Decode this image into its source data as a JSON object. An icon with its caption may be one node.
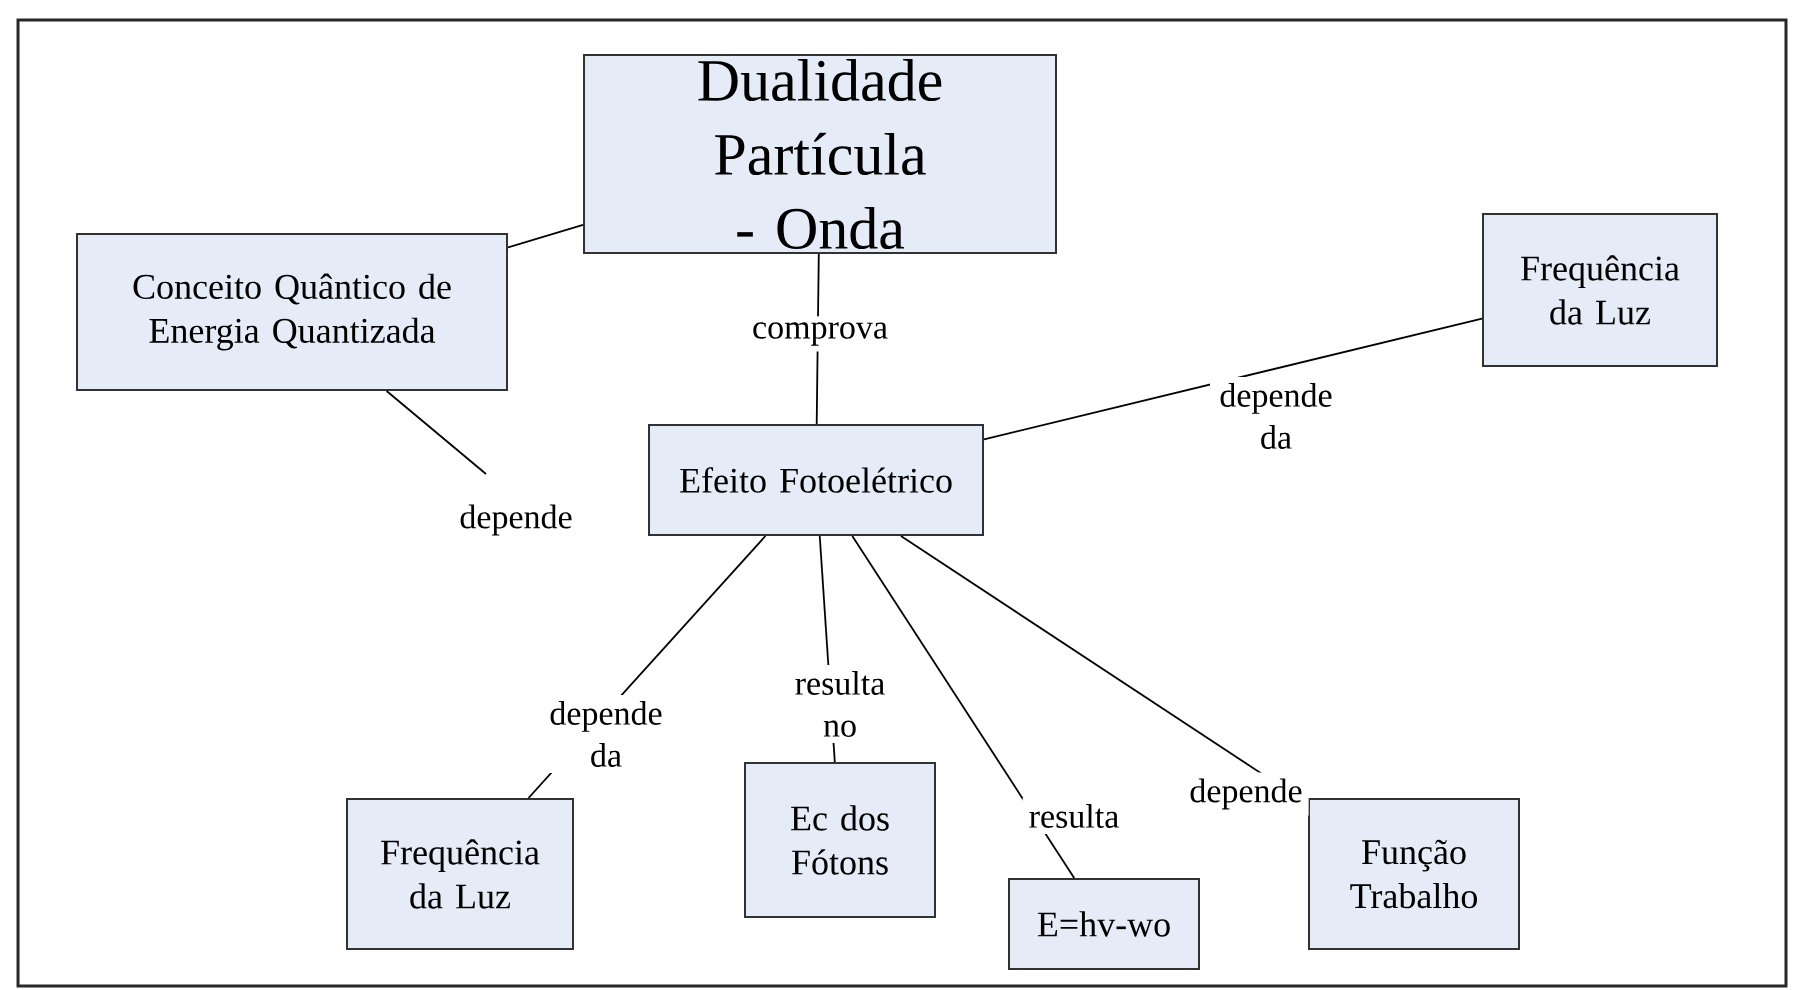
{
  "diagram": {
    "nodes": [
      {
        "text": [
          "Dualidade Partícula - Onda"
        ]
      },
      {
        "text": [
          "Conceito Quântico de Energia Quantizada"
        ]
      },
      {
        "text": [
          "Efeito Fotoelétrico"
        ]
      },
      {
        "text": [
          "Frequência da Luz"
        ]
      },
      {
        "text": [
          "Frequência da Luz"
        ]
      },
      {
        "text": [
          "Ec dos Fótons"
        ]
      },
      {
        "text": [
          "E=hv-wo"
        ]
      },
      {
        "text": [
          "Função Trabalho"
        ]
      }
    ],
    "edges": [
      {
        "from": 0,
        "to": 1,
        "arrow": "none"
      },
      {
        "from": 0,
        "to": 2,
        "arrow": "none",
        "label": "comprova"
      },
      {
        "from": 1,
        "to": null,
        "arrow": "none",
        "label": "depende"
      },
      {
        "from": 2,
        "to": 3,
        "arrow": "none",
        "label": "depende da"
      },
      {
        "from": 2,
        "to": 4,
        "arrow": "none",
        "label": "depende da"
      },
      {
        "from": 2,
        "to": 5,
        "arrow": "none",
        "label": "resulta no"
      },
      {
        "from": 2,
        "to": 6,
        "arrow": "none",
        "label": "resulta"
      },
      {
        "from": 2,
        "to": 7,
        "arrow": "none",
        "label": "depende"
      }
    ]
  }
}
